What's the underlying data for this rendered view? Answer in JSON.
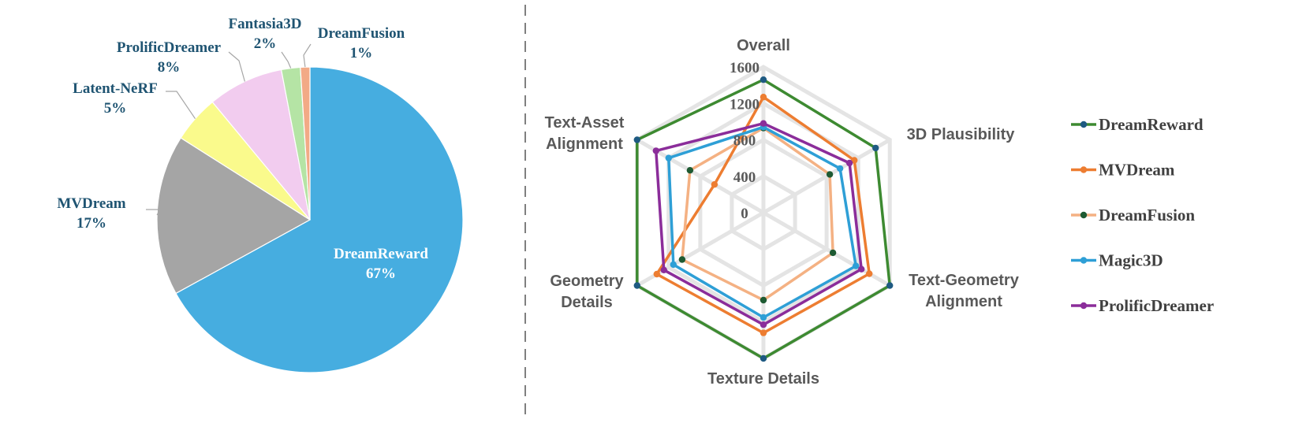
{
  "chart_data": [
    {
      "type": "pie",
      "title": "",
      "slices": [
        {
          "label": "DreamReward",
          "value": 67,
          "display": "67%",
          "color": "#46ade0"
        },
        {
          "label": "MVDream",
          "value": 17,
          "display": "17%",
          "color": "#a5a5a5"
        },
        {
          "label": "Latent-NeRF",
          "value": 5,
          "display": "5%",
          "color": "#fafa8c"
        },
        {
          "label": "ProlificDreamer",
          "value": 8,
          "display": "8%",
          "color": "#f2ccef"
        },
        {
          "label": "Fantasia3D",
          "value": 2,
          "display": "2%",
          "color": "#b5e4a5"
        },
        {
          "label": "DreamFusion",
          "value": 1,
          "display": "1%",
          "color": "#f2aa86"
        }
      ]
    },
    {
      "type": "radar",
      "title": "",
      "axes": [
        "Overall",
        "3D Plausibility",
        "Text-Geometry Alignment",
        "Texture Details",
        "Geometry Details",
        "Text-Asset Alignment"
      ],
      "axis_label_lines": [
        [
          "Overall"
        ],
        [
          "3D Plausibility"
        ],
        [
          "Text-Geometry",
          "Alignment"
        ],
        [
          "Texture Details"
        ],
        [
          "Geometry",
          "Details"
        ],
        [
          "Text-Asset",
          "Alignment"
        ]
      ],
      "ticks": [
        "0",
        "400",
        "800",
        "1200",
        "1600"
      ],
      "rmin": 0,
      "rmax": 1600,
      "grid": true,
      "legend_position": "right",
      "series": [
        {
          "name": "DreamReward",
          "color": "#3d8a31",
          "marker_color": "#1e5a82",
          "values": [
            1460,
            1420,
            1600,
            1600,
            1600,
            1600
          ]
        },
        {
          "name": "MVDream",
          "color": "#ed7d31",
          "marker_color": "#ed7d31",
          "values": [
            1270,
            1150,
            1340,
            1320,
            1350,
            620
          ]
        },
        {
          "name": "DreamFusion",
          "color": "#f4b183",
          "marker_color": "#1e5a32",
          "values": [
            930,
            840,
            880,
            960,
            1030,
            930
          ]
        },
        {
          "name": "Magic3D",
          "color": "#2e9fd6",
          "marker_color": "#2e9fd6",
          "values": [
            940,
            970,
            1170,
            1150,
            1140,
            1200
          ]
        },
        {
          "name": "ProlificDreamer",
          "color": "#8b2d9a",
          "marker_color": "#8b2d9a",
          "values": [
            980,
            1090,
            1240,
            1230,
            1260,
            1360
          ]
        }
      ]
    }
  ]
}
